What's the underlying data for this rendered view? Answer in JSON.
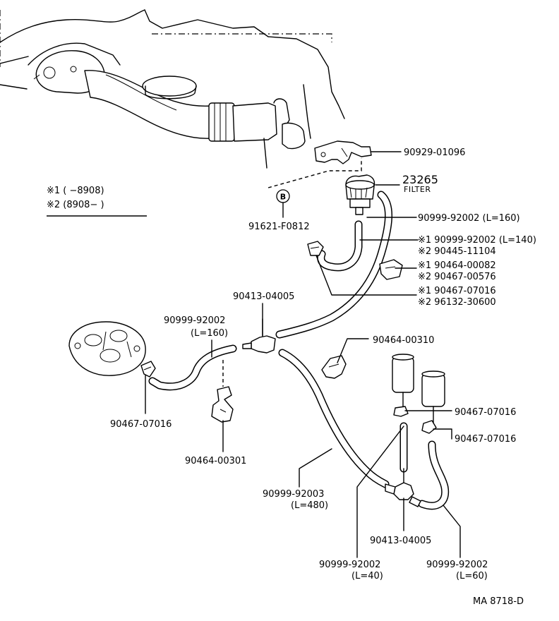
{
  "legend": {
    "row1": "※1 (       −8908)",
    "row2": "※2 (8908−         )"
  },
  "parts": {
    "bracket_top": "90929-01096",
    "filter_number": "23265",
    "filter_label": "FILTER",
    "bolt": "91621-F0812",
    "bolt_marker": "B",
    "hose_160_top": "90999-92002 (L=160)",
    "hose_140": "※1 90999-92002 (L=140)",
    "part_2_11104": "※2 90445-11104",
    "clip_00082": "※1 90464-00082",
    "clip_00576": "※2 90467-00576",
    "clamp_07016_a": "※1 90467-07016",
    "clamp_30600": "※2 96132-30600",
    "tee_upper": "90413-04005",
    "hose_left_line1": "90999-92002",
    "hose_left_line2": "(L=160)",
    "clip_00310": "90464-00310",
    "clamp_left": "90467-07016",
    "clip_00301": "90464-00301",
    "clamp_right_1": "90467-07016",
    "clamp_right_2": "90467-07016",
    "hose_480_line1": "90999-92003",
    "hose_480_line2": "(L=480)",
    "tee_lower": "90413-04005",
    "hose_40_line1": "90999-92002",
    "hose_40_line2": "(L=40)",
    "hose_60_line1": "90999-92002",
    "hose_60_line2": "(L=60)"
  },
  "footer": {
    "code": "MA  8718-D"
  }
}
